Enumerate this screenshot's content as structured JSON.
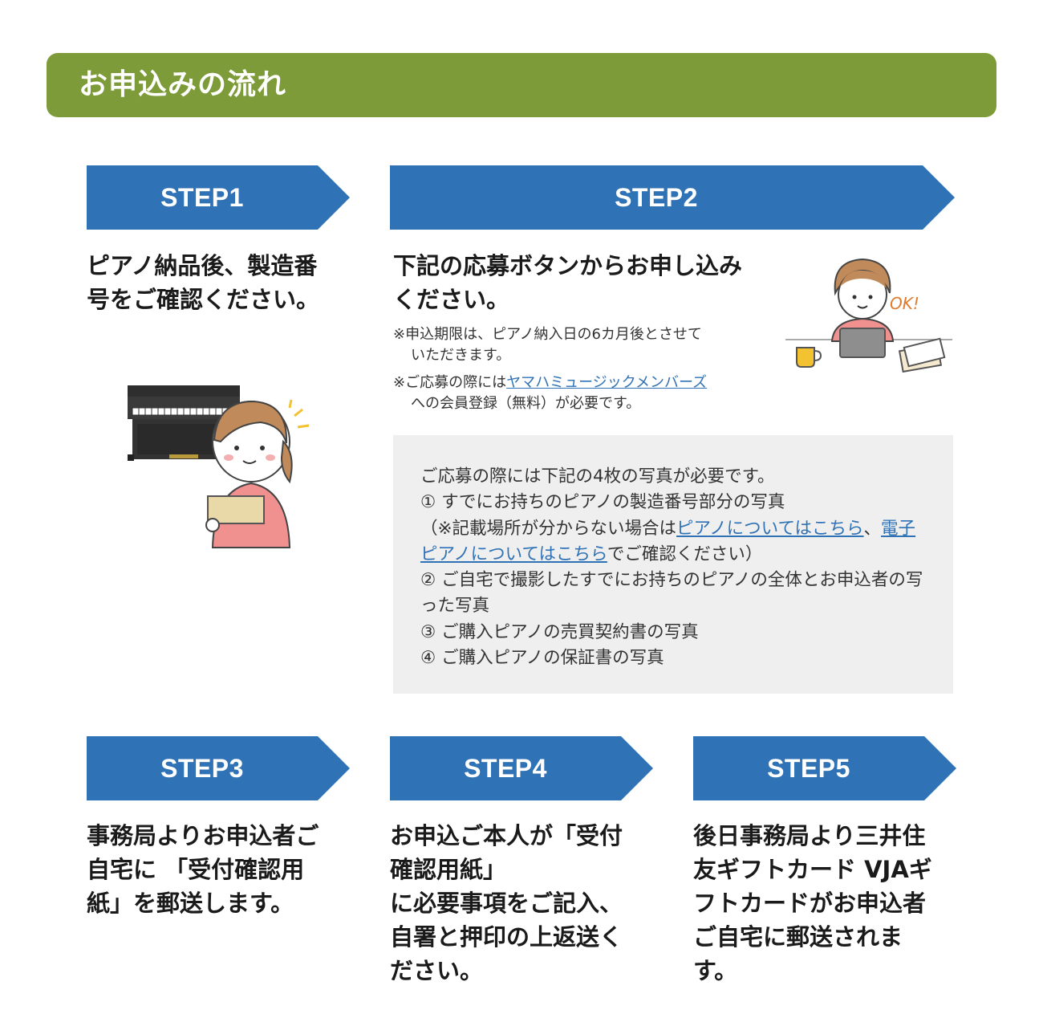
{
  "header": {
    "title": "お申込みの流れ"
  },
  "steps": [
    {
      "label": "STEP1",
      "text_lines": [
        "ピアノ納品後、製造番",
        "号をご確認ください。"
      ]
    },
    {
      "label": "STEP2",
      "text_lines": [
        "下記の応募ボタンからお申し込み",
        "ください。"
      ],
      "notes": {
        "deadline_line1": "※申込期限は、ピアノ納入日の6カ月後とさせて",
        "deadline_line2": "いただきます。",
        "register_prefix": "※ご応募の際には",
        "register_link": "ヤマハミュージックメンバーズ",
        "register_suffix": "への会員登録（無料）が必要です。"
      },
      "illustration_text": "OK!"
    },
    {
      "label": "STEP3",
      "text_lines": [
        "事務局よりお申込者ご",
        "自宅に 「受付確認用",
        "紙」を郵送します。"
      ]
    },
    {
      "label": "STEP4",
      "text_lines": [
        "お申込ご本人が「受付",
        "確認用紙」",
        "に必要事項をご記入、",
        "自署と押印の上返送く",
        "ださい。"
      ]
    },
    {
      "label": "STEP5",
      "text_lines": [
        "後日事務局より三井住",
        "友ギフトカード VJAギ",
        "フトカードがお申込者",
        "ご自宅に郵送されま",
        "す。"
      ]
    }
  ],
  "infobox": {
    "intro": "ご応募の際には下記の4枚の写真が必要です。",
    "item1": "① すでにお持ちのピアノの製造番号部分の写真",
    "paren_prefix": "（※記載場所が分からない場合は",
    "link_piano": "ピアノについてはこちら",
    "separator": "、",
    "link_digital": "電子ピアノについてはこちら",
    "paren_suffix": "でご確認ください）",
    "item2": "② ご自宅で撮影したすでにお持ちのピアノの全体とお申込者の写った写真",
    "item3": "③ ご購入ピアノの売買契約書の写真",
    "item4": "④ ご購入ピアノの保証書の写真"
  },
  "colors": {
    "header_green": "#7d9b38",
    "step_blue": "#2f72b5",
    "link_blue": "#2f72b5",
    "infobox_gray": "#efefef"
  }
}
